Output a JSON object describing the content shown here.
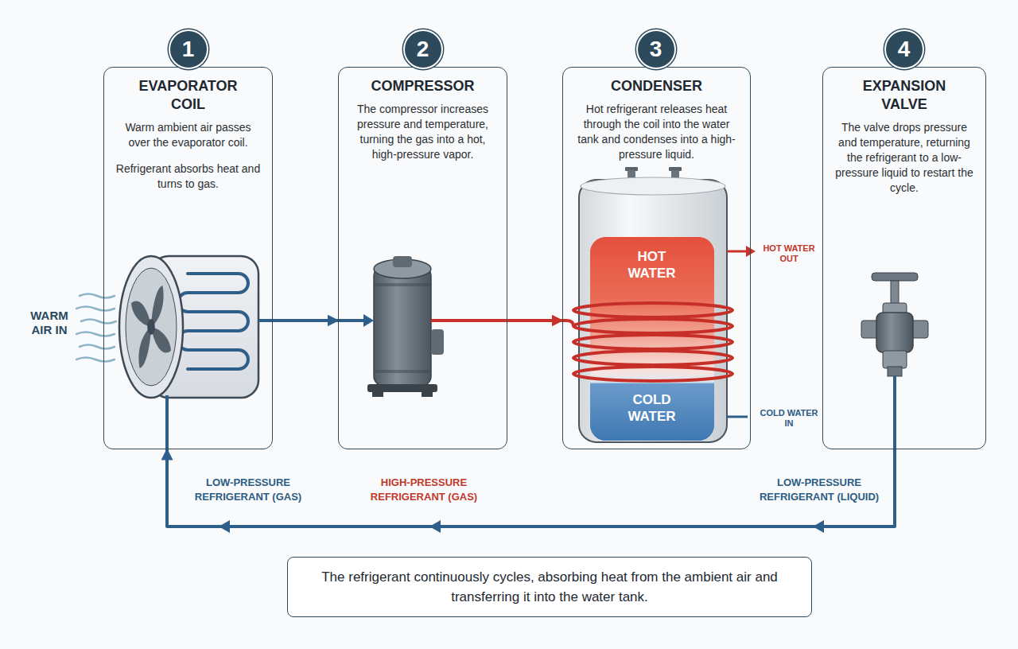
{
  "diagram": {
    "caption": "The refrigerant continuously cycles, absorbing heat from the ambient air and transferring it into the water tank.",
    "nodes": [
      {
        "text": [
          "EVAPORATOR COIL",
          "Warm ambient air passes over the evaporator coil.",
          "Refrigerant absorbs heat and turns to gas."
        ]
      },
      {
        "text": [
          "1"
        ],
        "in": 0
      },
      {
        "text": [
          "COMPRESSOR",
          "The compressor increases pressure and temperature, turning the gas into a hot, high-pressure vapor."
        ]
      },
      {
        "text": [
          "2"
        ],
        "in": 2
      },
      {
        "text": [
          "CONDENSER",
          "Hot refrigerant releases heat through the coil into the water tank and condenses into a high-pressure liquid."
        ]
      },
      {
        "text": [
          "3"
        ],
        "in": 4
      },
      {
        "text": [
          "HOT WATER"
        ],
        "in": 4
      },
      {
        "text": [
          "COLD WATER"
        ],
        "in": 4
      },
      {
        "text": [
          "EXPANSION VALVE",
          "The valve drops pressure and temperature, returning the refrigerant to a low-pressure liquid to restart the cycle."
        ]
      },
      {
        "text": [
          "4"
        ],
        "in": 8
      }
    ],
    "edges": [
      {
        "from": 0,
        "to": 2,
        "arrow": "to"
      },
      {
        "from": 2,
        "to": 4,
        "arrow": "to"
      },
      {
        "from": 8,
        "to": 0,
        "arrow": "to"
      }
    ],
    "labels": [
      "WARM AIR IN",
      "HOT WATER OUT",
      "COLD WATER IN",
      "LOW-PRESSURE REFRIGERANT (GAS)",
      "HIGH-PRESSURE REFRIGERANT (GAS)",
      "LOW-PRESSURE REFRIGERANT (LIQUID)"
    ]
  }
}
